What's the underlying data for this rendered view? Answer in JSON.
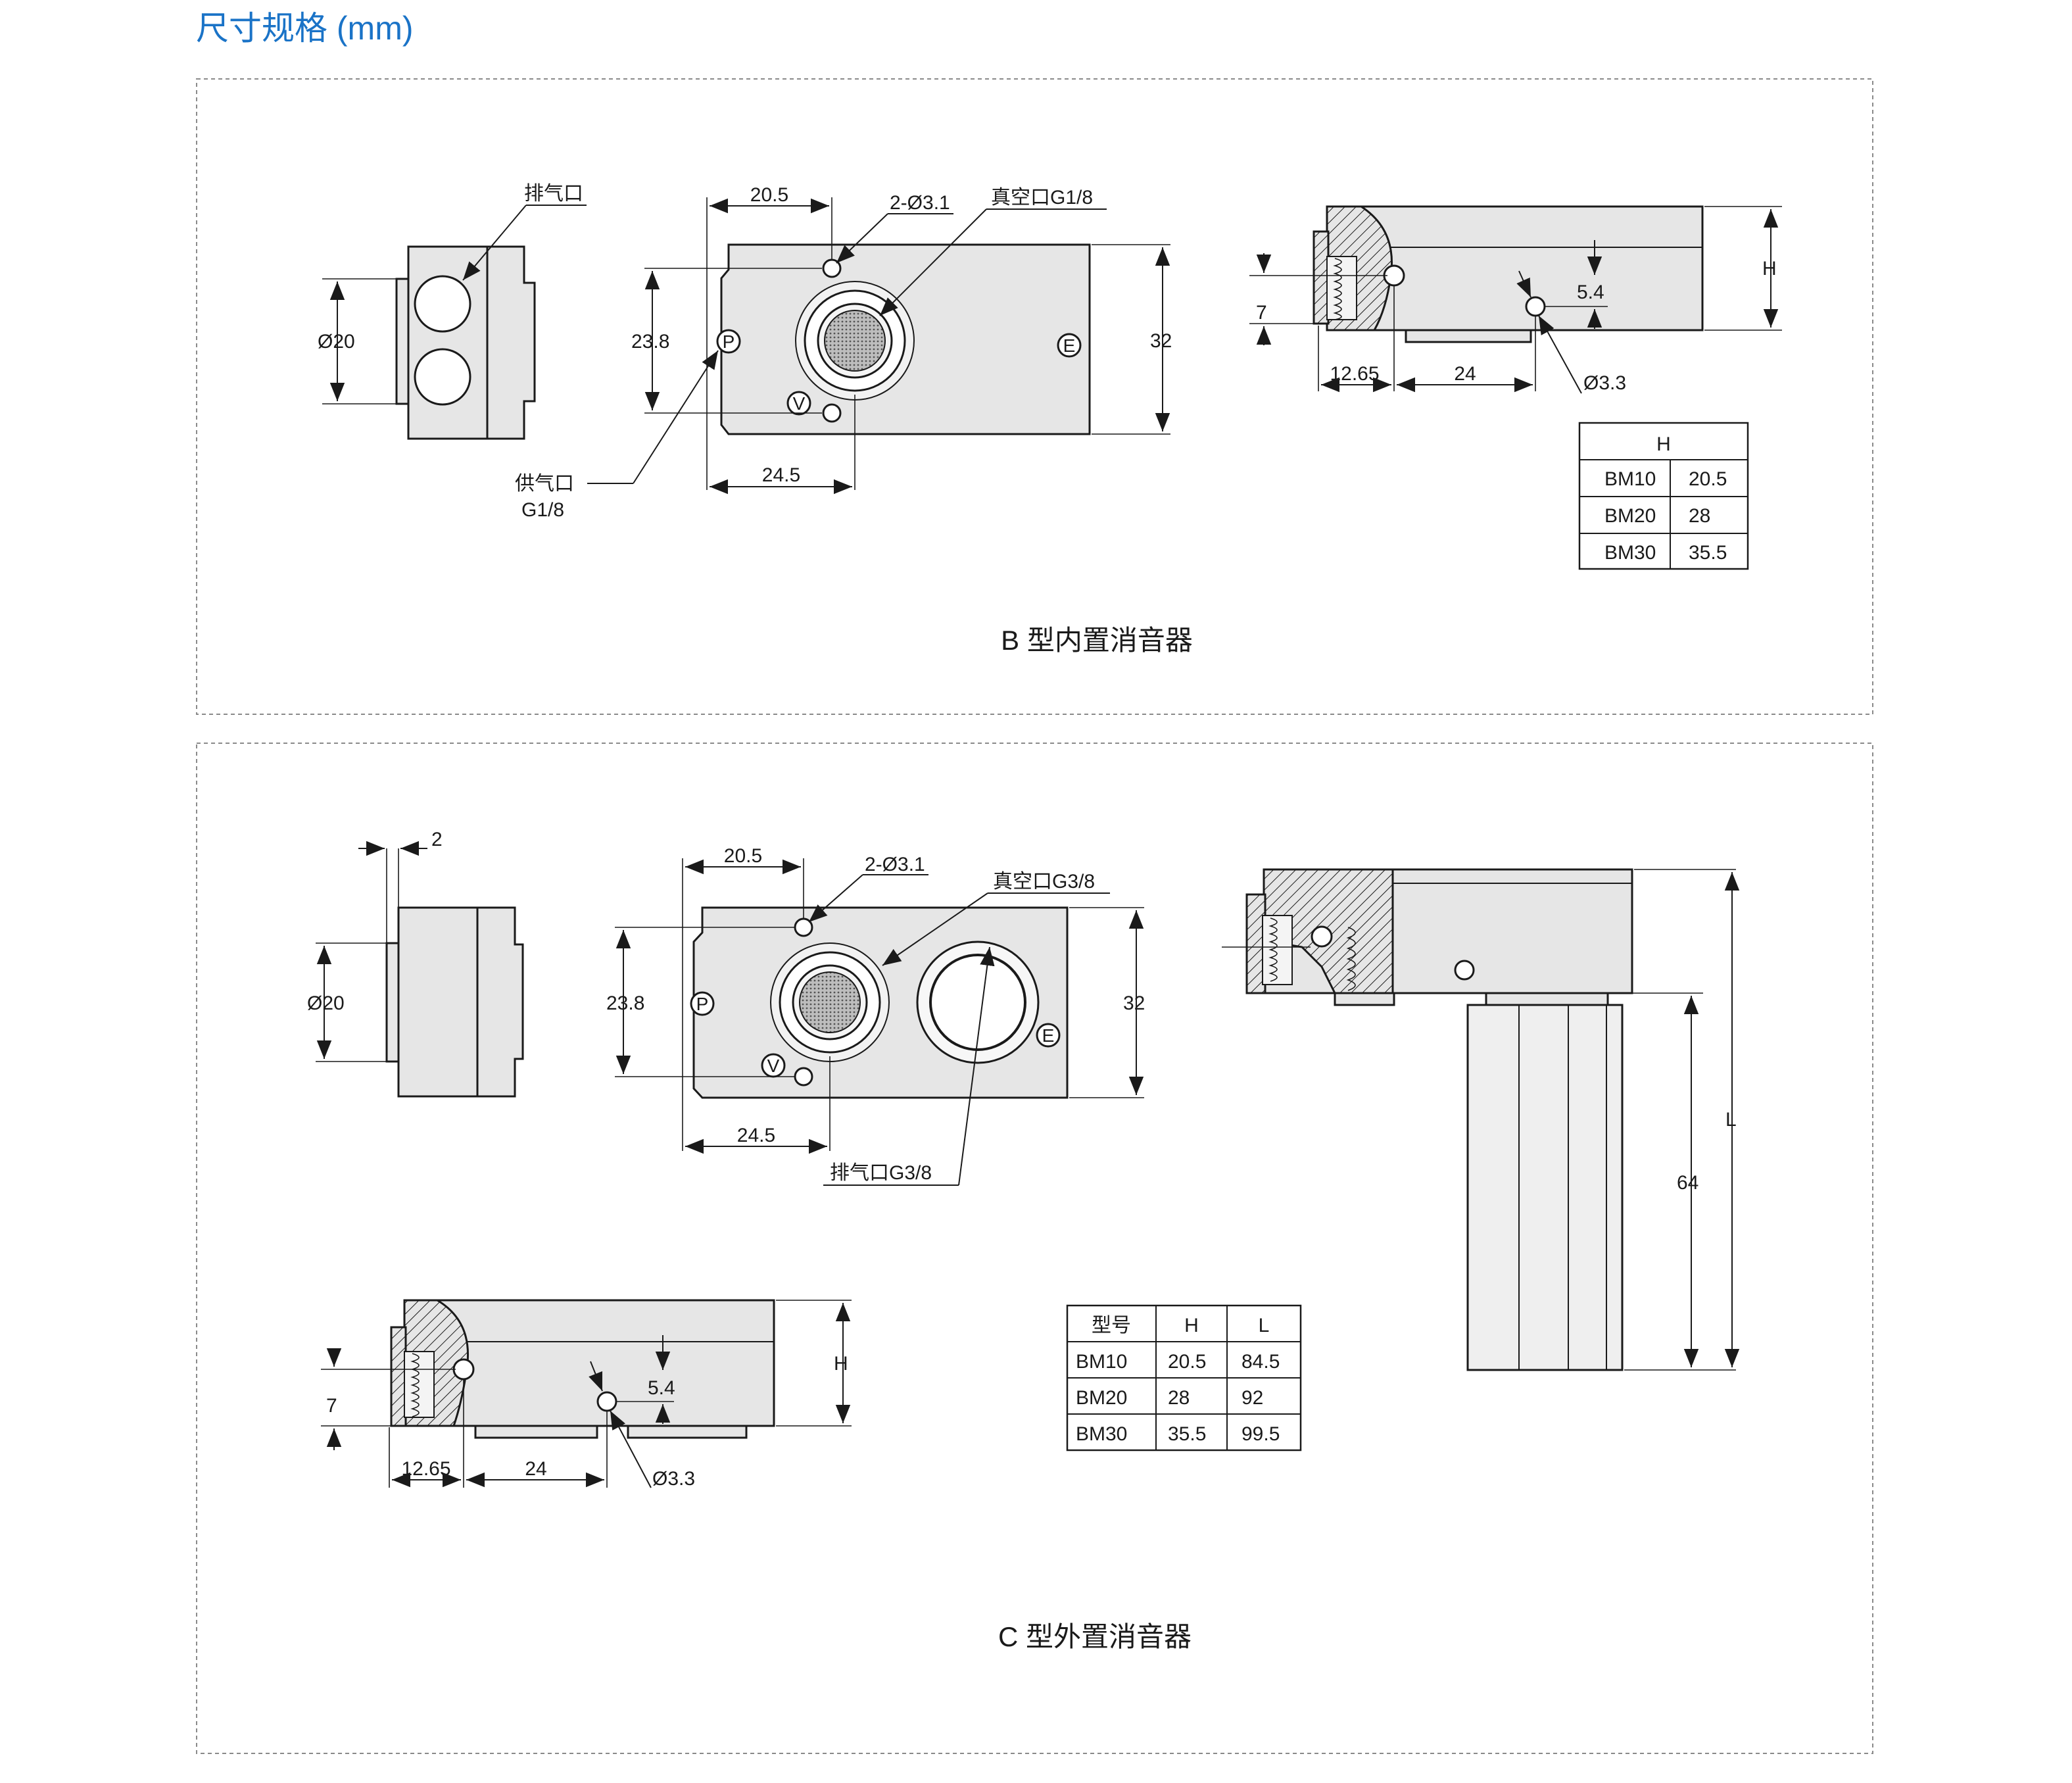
{
  "page_title": "尺寸规格 (mm)",
  "panel_b": {
    "caption": "B 型内置消音器",
    "labels": {
      "exhaust_port": "排气口",
      "dia_20": "Ø20",
      "dim_20_5": "20.5",
      "holes": "2-Ø3.1",
      "vacuum_port": "真空口G1/8",
      "dim_23_8": "23.8",
      "dim_32": "32",
      "dim_24_5": "24.5",
      "supply_port_1": "供气口",
      "supply_port_2": "G1/8",
      "mark_p": "P",
      "mark_v": "V",
      "mark_e": "E",
      "dim_7": "7",
      "dim_5_4": "5.4",
      "dim_h": "H",
      "dim_12_65": "12.65",
      "dim_24": "24",
      "dia_3_3": "Ø3.3"
    },
    "table": {
      "header": "H",
      "rows": [
        [
          "BM10",
          "20.5"
        ],
        [
          "BM20",
          "28"
        ],
        [
          "BM30",
          "35.5"
        ]
      ]
    }
  },
  "panel_c": {
    "caption": "C 型外置消音器",
    "labels": {
      "dim_2": "2",
      "dia_20": "Ø20",
      "dim_20_5": "20.5",
      "holes": "2-Ø3.1",
      "vacuum_port": "真空口G3/8",
      "dim_23_8": "23.8",
      "dim_32": "32",
      "dim_24_5": "24.5",
      "exhaust_port": "排气口G3/8",
      "mark_p": "P",
      "mark_v": "V",
      "mark_e": "E",
      "dim_l": "L",
      "dim_64": "64",
      "dim_7": "7",
      "dim_5_4": "5.4",
      "dim_h": "H",
      "dim_12_65": "12.65",
      "dim_24": "24",
      "dia_3_3": "Ø3.3"
    },
    "table": {
      "header": [
        "型号",
        "H",
        "L"
      ],
      "rows": [
        [
          "BM10",
          "20.5",
          "84.5"
        ],
        [
          "BM20",
          "28",
          "92"
        ],
        [
          "BM30",
          "35.5",
          "99.5"
        ]
      ]
    }
  }
}
